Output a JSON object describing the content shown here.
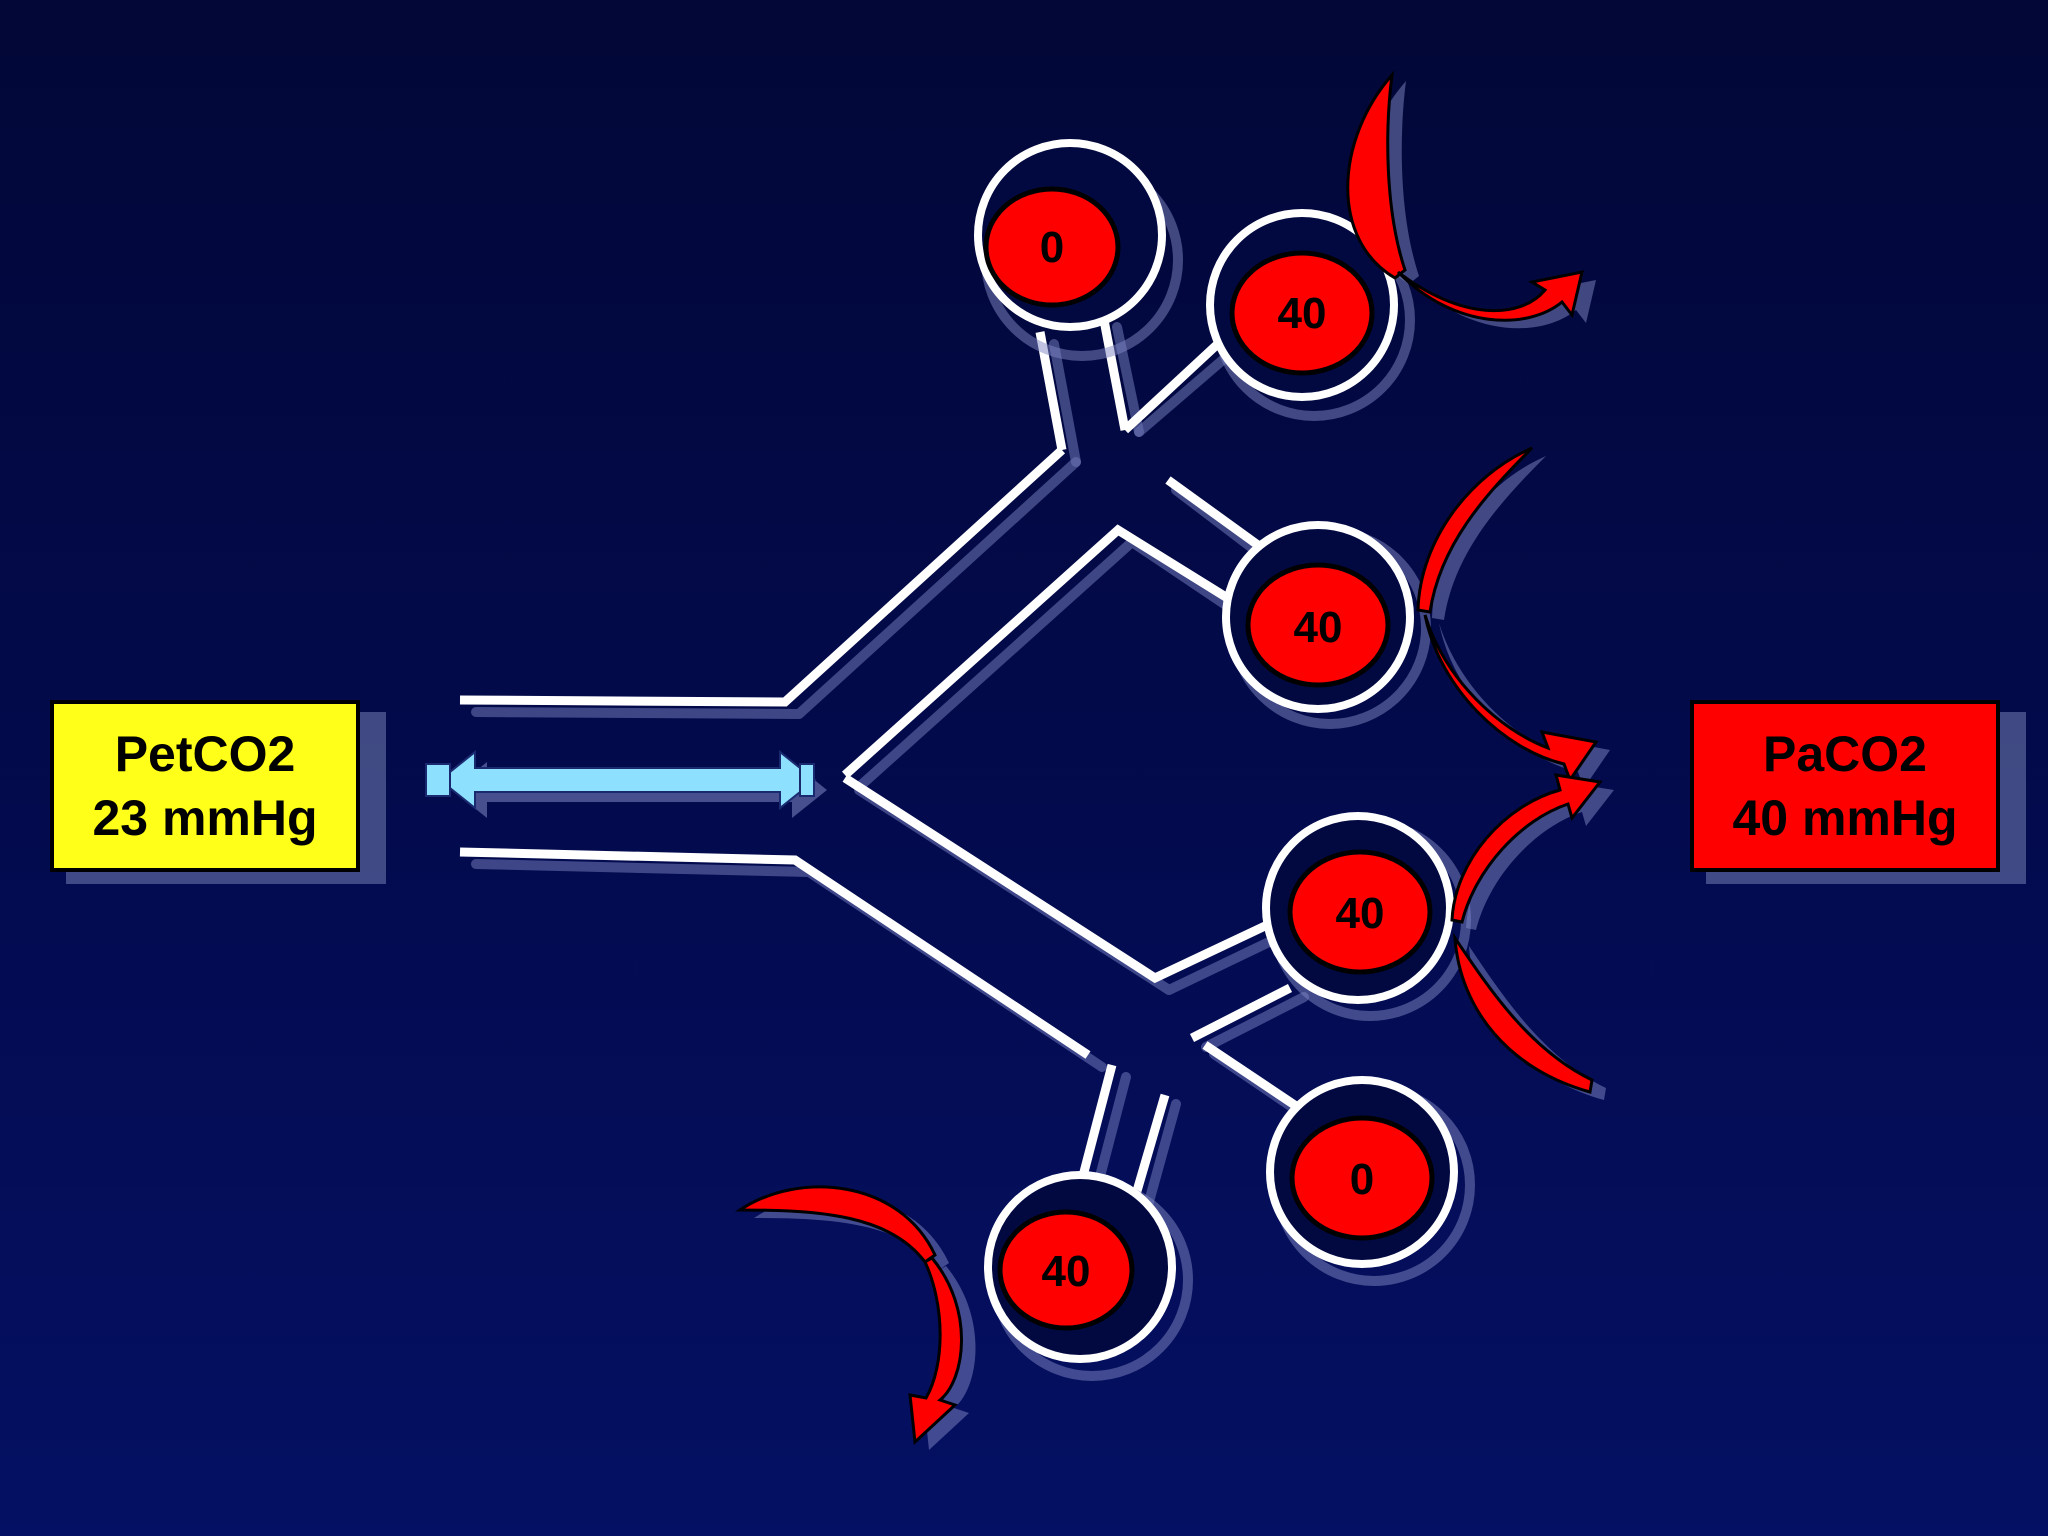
{
  "colors": {
    "background_top": "#020737",
    "background_bottom": "#041063",
    "airway": "#ffffff",
    "alveolus_fill": "#ff0000",
    "gas_arrow": "#8ee0ff",
    "perfusion_arrow": "#ff0000",
    "petco2_box": "#ffff19",
    "paco2_box": "#ff0000"
  },
  "petco2": {
    "name": "PetCO2",
    "value": "23 mmHg"
  },
  "paco2": {
    "name": "PaCO2",
    "value": "40 mmHg"
  },
  "alveoli": [
    {
      "label": "0",
      "perfused": false
    },
    {
      "label": "40",
      "perfused": true
    },
    {
      "label": "40",
      "perfused": true
    },
    {
      "label": "40",
      "perfused": true
    },
    {
      "label": "0",
      "perfused": false
    },
    {
      "label": "40",
      "perfused": true
    }
  ]
}
